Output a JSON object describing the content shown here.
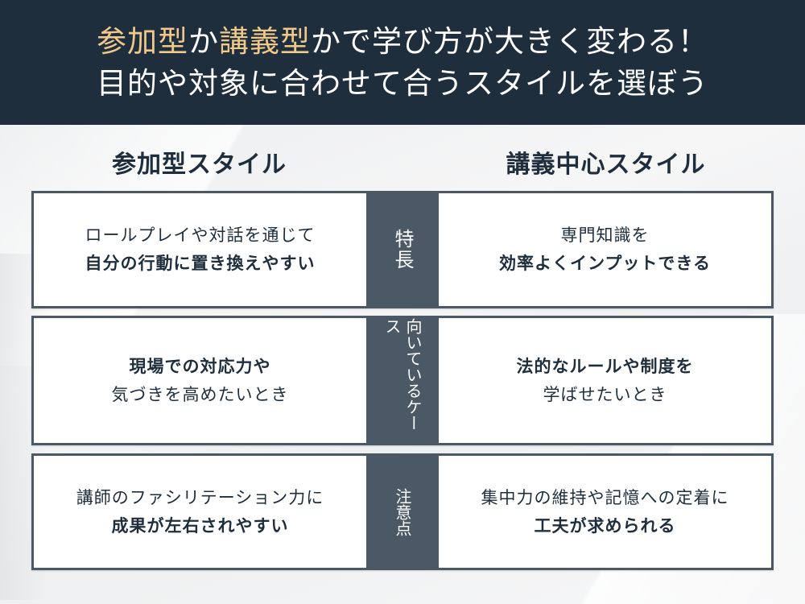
{
  "header": {
    "line1": {
      "accent1": "参加型",
      "text1": "か",
      "accent2": "講義型",
      "text2": "かで学び方が大きく変わる！"
    },
    "line2": "目的や対象に合わせて合うスタイルを選ぼう"
  },
  "columns": {
    "left_title": "参加型スタイル",
    "right_title": "講義中心スタイル"
  },
  "rows": [
    {
      "label": "特長",
      "left": {
        "line1": "ロールプレイや対話を通じて",
        "line2": "自分の行動に置き換えやすい"
      },
      "right": {
        "line1": "専門知識を",
        "line2": "効率よくインプットできる"
      }
    },
    {
      "label": "向いているケース",
      "left": {
        "line1": "現場での対応力や",
        "line2": "気づきを高めたいとき"
      },
      "right": {
        "line1": "法的なルールや制度を",
        "line2": "学ばせたいとき"
      }
    },
    {
      "label": "注意点",
      "left": {
        "line1": "講師のファシリテーション力に",
        "line2": "成果が左右されやすい"
      },
      "right": {
        "line1": "集中力の維持や記憶への定着に",
        "line2": "工夫が求められる"
      }
    }
  ],
  "colors": {
    "header_bg": "#1f2e3d",
    "accent": "#f0c98a",
    "label_bg": "#4b5865",
    "border": "#4c5864",
    "text_dark": "#1f2e3d"
  }
}
